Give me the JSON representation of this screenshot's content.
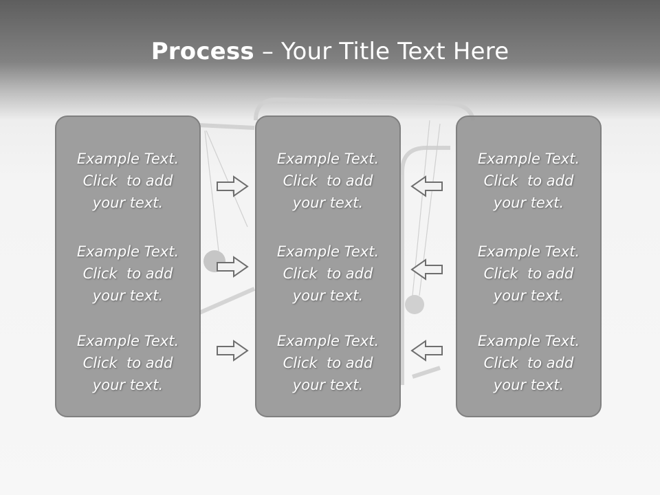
{
  "slide": {
    "title_bold": "Process",
    "title_rest": " – Your Title Text Here",
    "colors": {
      "panel_fill": "#9a9a9a",
      "panel_border": "#7a7a7a",
      "arrow_stroke": "#6e6e6e"
    }
  },
  "columns": [
    {
      "blocks": [
        [
          "Example Text.",
          "Click  to add",
          "your text."
        ],
        [
          "Example Text.",
          "Click  to add",
          "your text."
        ],
        [
          "Example Text.",
          "Click  to add",
          "your text."
        ]
      ]
    },
    {
      "blocks": [
        [
          "Example Text.",
          "Click  to add",
          "your text."
        ],
        [
          "Example Text.",
          "Click  to add",
          "your text."
        ],
        [
          "Example Text.",
          "Click  to add",
          "your text."
        ]
      ]
    },
    {
      "blocks": [
        [
          "Example Text.",
          "Click  to add",
          "your text."
        ],
        [
          "Example Text.",
          "Click  to add",
          "your text."
        ],
        [
          "Example Text.",
          "Click  to add",
          "your text."
        ]
      ]
    }
  ],
  "arrows": {
    "left_group_direction": "right",
    "right_group_direction": "left",
    "icon": "outline-arrow-icon"
  }
}
